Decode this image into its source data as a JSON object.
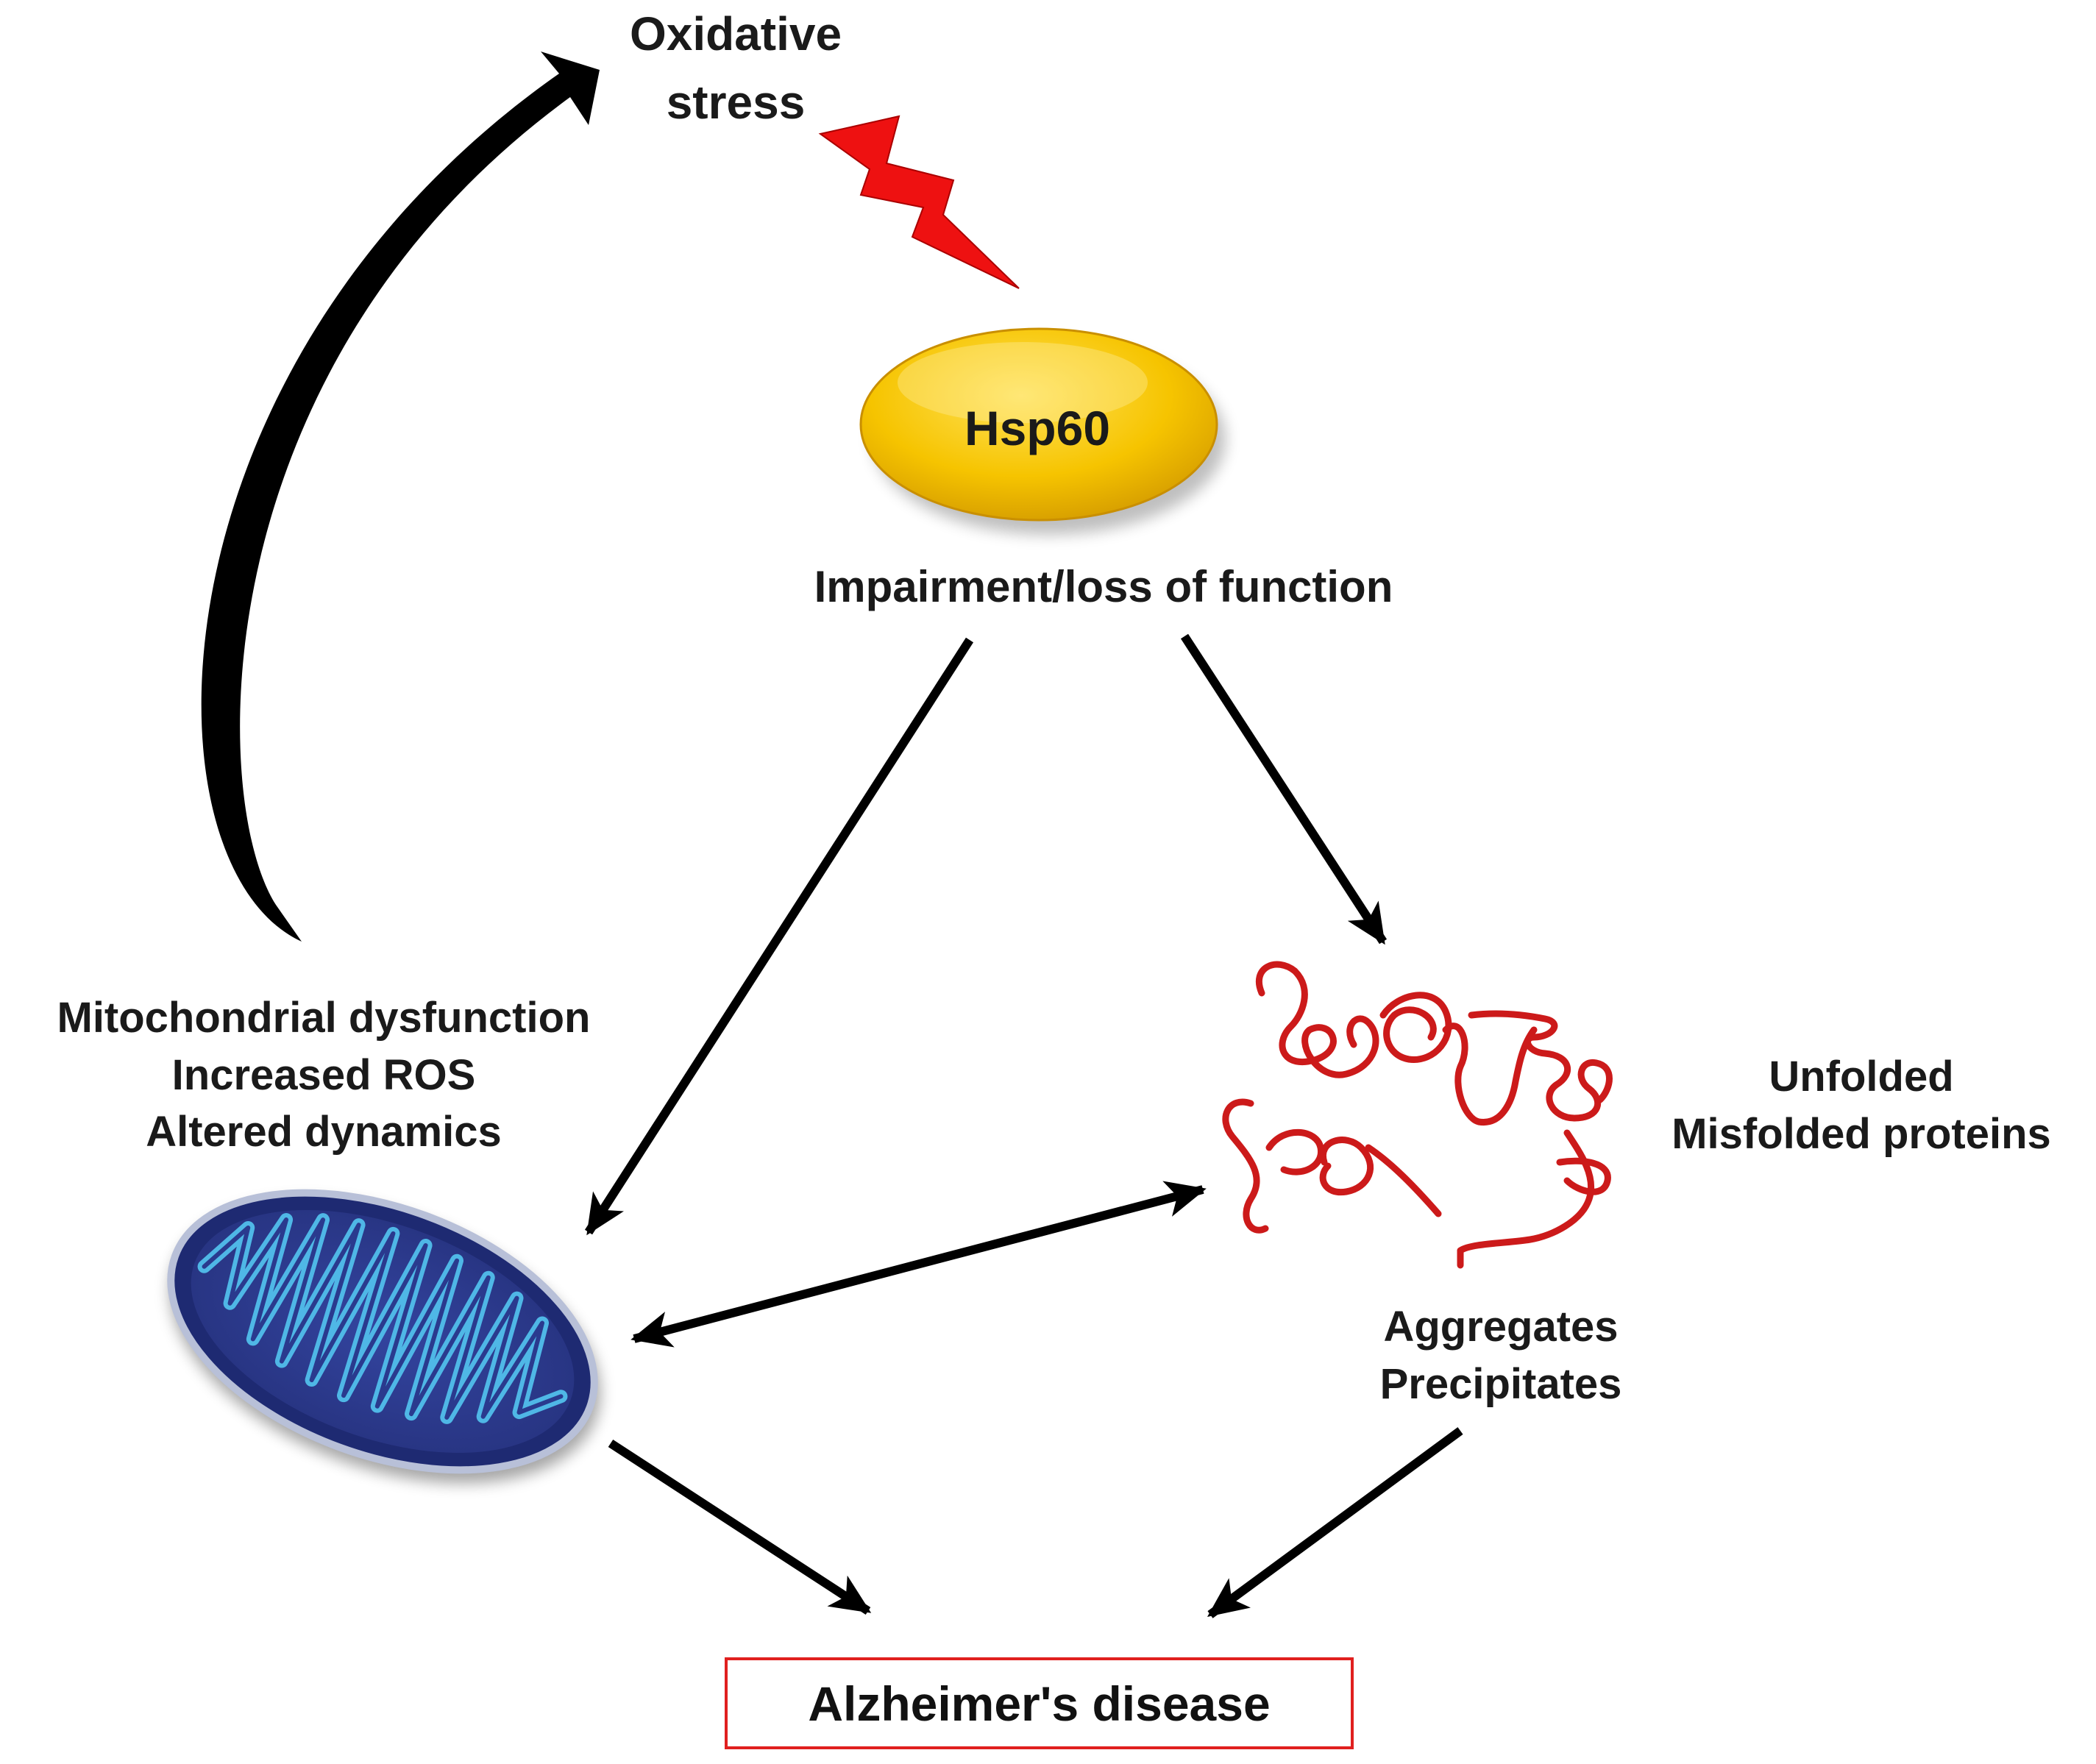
{
  "nodes": {
    "oxidative_stress": {
      "lines": [
        "Oxidative",
        "stress"
      ]
    },
    "hsp60": {
      "label": "Hsp60",
      "fill": "#f6c400"
    },
    "impairment": {
      "label": "Impairment/loss of function"
    },
    "mitochondria": {
      "lines": [
        "Mitochondrial dysfunction",
        "Increased ROS",
        "Altered dynamics"
      ],
      "fill": "#2f3ea0"
    },
    "unfolded": {
      "lines": [
        "Unfolded",
        "Misfolded proteins"
      ]
    },
    "aggregates": {
      "lines": [
        "Aggregates",
        "Precipitates"
      ],
      "color": "#cc1a1a"
    },
    "alzheimers": {
      "label": "Alzheimer's disease",
      "border": "#e0201f"
    }
  },
  "edges": [
    {
      "from": "mitochondria",
      "to": "oxidative_stress",
      "style": "curved-thick"
    },
    {
      "from": "oxidative_stress",
      "to": "hsp60",
      "style": "lightning",
      "color": "#ee1111"
    },
    {
      "from": "impairment",
      "to": "mitochondria",
      "style": "arrow"
    },
    {
      "from": "impairment",
      "to": "unfolded",
      "style": "arrow"
    },
    {
      "from": "mitochondria",
      "to": "unfolded",
      "style": "double-arrow"
    },
    {
      "from": "mitochondria",
      "to": "alzheimers",
      "style": "arrow"
    },
    {
      "from": "aggregates",
      "to": "alzheimers",
      "style": "arrow"
    }
  ]
}
